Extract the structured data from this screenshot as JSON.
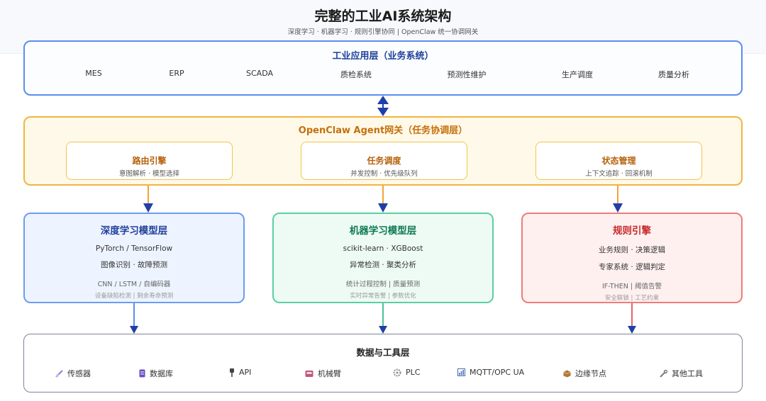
{
  "title": "完整的工业AI系统架构",
  "subtitle": "深度学习 · 机器学习 · 规则引擎协同 | OpenClaw 统一协调网关",
  "app_layer": {
    "title": "工业应用层（业务系统）",
    "items": [
      "MES",
      "ERP",
      "SCADA",
      "质检系统",
      "预测性维护",
      "生产调度",
      "质量分析"
    ]
  },
  "gateway_layer": {
    "title": "OpenClaw Agent网关（任务协调层）",
    "modules": [
      {
        "title": "路由引擎",
        "desc": "意图解析 · 模型选择"
      },
      {
        "title": "任务调度",
        "desc": "并发控制 · 优先级队列"
      },
      {
        "title": "状态管理",
        "desc": "上下文追踪 · 回滚机制"
      }
    ]
  },
  "models": [
    {
      "title": "深度学习模型层",
      "line1": "PyTorch / TensorFlow",
      "line2": "图像识别 · 故障预测",
      "line3": "CNN / LSTM / 自编码器",
      "line4": "设备缺陷检测 | 剩余寿命预测"
    },
    {
      "title": "机器学习模型层",
      "line1": "scikit-learn · XGBoost",
      "line2": "异常检测 · 聚类分析",
      "line3": "统计过程控制 | 质量预测",
      "line4": "实时异常告警 | 参数优化"
    },
    {
      "title": "规则引擎",
      "line1": "业务规则 · 决策逻辑",
      "line2": "专家系统 · 逻辑判定",
      "line3": "IF-THEN | 阈值告警",
      "line4": "安全联锁 | 工艺约束"
    }
  ],
  "data_layer": {
    "title": "数据与工具层",
    "tools": [
      {
        "label": "传感器",
        "icon": "sensor-icon",
        "color": "#8a7fd1"
      },
      {
        "label": "数据库",
        "icon": "database-icon",
        "color": "#6a4fc2"
      },
      {
        "label": "API",
        "icon": "plug-icon",
        "color": "#444444"
      },
      {
        "label": "机械臂",
        "icon": "robot-arm-icon",
        "color": "#c2557a"
      },
      {
        "label": "PLC",
        "icon": "gear-icon",
        "color": "#8e8e8e"
      },
      {
        "label": "MQTT/OPC UA",
        "icon": "signal-icon",
        "color": "#4c6fb3"
      },
      {
        "label": "边缘节点",
        "icon": "box-icon",
        "color": "#b07a3b"
      },
      {
        "label": "其他工具",
        "icon": "wrench-icon",
        "color": "#7b7b7b"
      }
    ]
  },
  "colors": {
    "app_border": "#5b8def",
    "gateway_border": "#f2b441",
    "dl_border": "#6b9cf0",
    "ml_border": "#5ccfa1",
    "rule_border": "#ef7b7b",
    "arrow_blue": "#1f3fa8",
    "arrow_orange": "#f2a33a",
    "arrow_green": "#4fbf93",
    "arrow_red": "#e06666"
  }
}
